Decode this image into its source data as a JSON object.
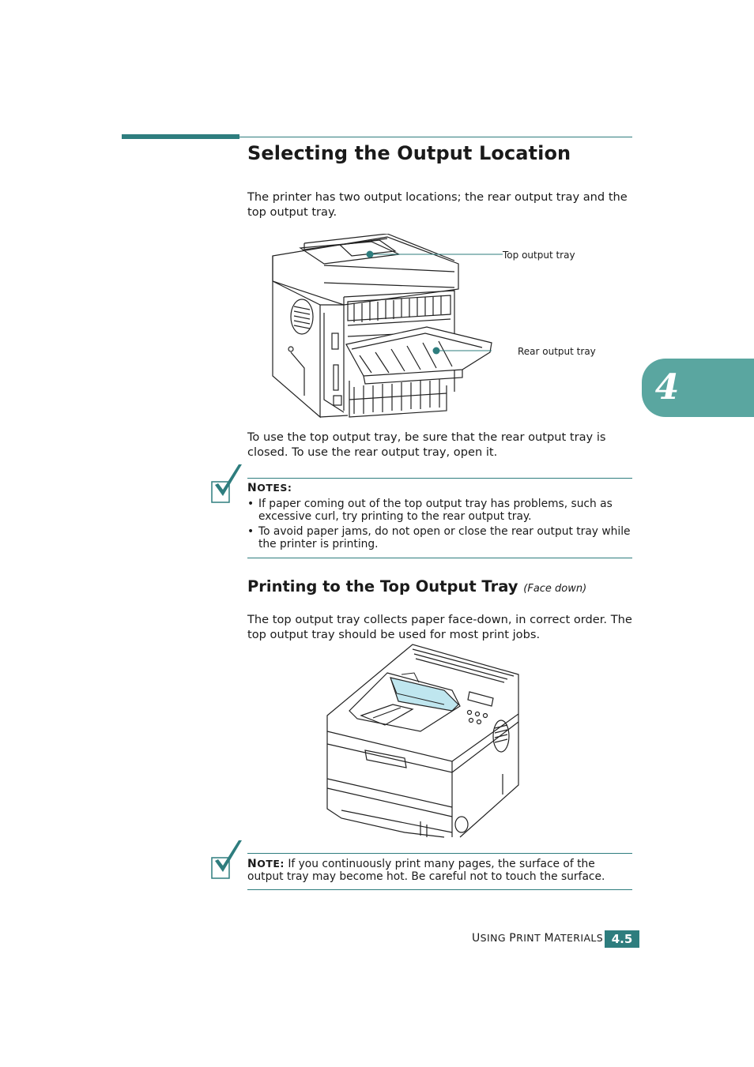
{
  "section": {
    "title": "Selecting the Output Location",
    "intro": "The printer has two output locations; the rear output tray and the top output tray.",
    "after_figure": "To use the top output tray, be sure that the rear output tray is closed. To use the rear output tray, open it."
  },
  "figure1": {
    "callouts": [
      "Top output tray",
      "Rear output tray"
    ]
  },
  "chapter_tab": {
    "number": "4"
  },
  "notes": {
    "heading_first": "N",
    "heading_rest": "OTES:",
    "items": [
      "If paper coming out of the top output tray has problems, such as excessive curl, try printing to the rear output tray.",
      "To avoid paper jams, do not open or close the rear output tray while the printer is printing."
    ],
    "bullet": "•"
  },
  "subsection": {
    "title": "Printing to the Top Output Tray",
    "title_note": "(Face down)",
    "body": "The top output tray collects paper face-down, in correct order. The top output tray should be used for most print jobs."
  },
  "note2": {
    "heading_first": "N",
    "heading_rest": "OTE:",
    "text": "If you continuously print many pages, the surface of the output tray may become hot. Be careful not to touch the surface."
  },
  "footer": {
    "label_parts": [
      "U",
      "SING ",
      "P",
      "RINT ",
      "M",
      "ATERIALS"
    ],
    "page": "4.5"
  },
  "colors": {
    "accent": "#2e7d7e",
    "tab": "#5aa6a0",
    "highlight": "#bfe6ef"
  },
  "icons": {
    "note": "checkmark-icon"
  }
}
